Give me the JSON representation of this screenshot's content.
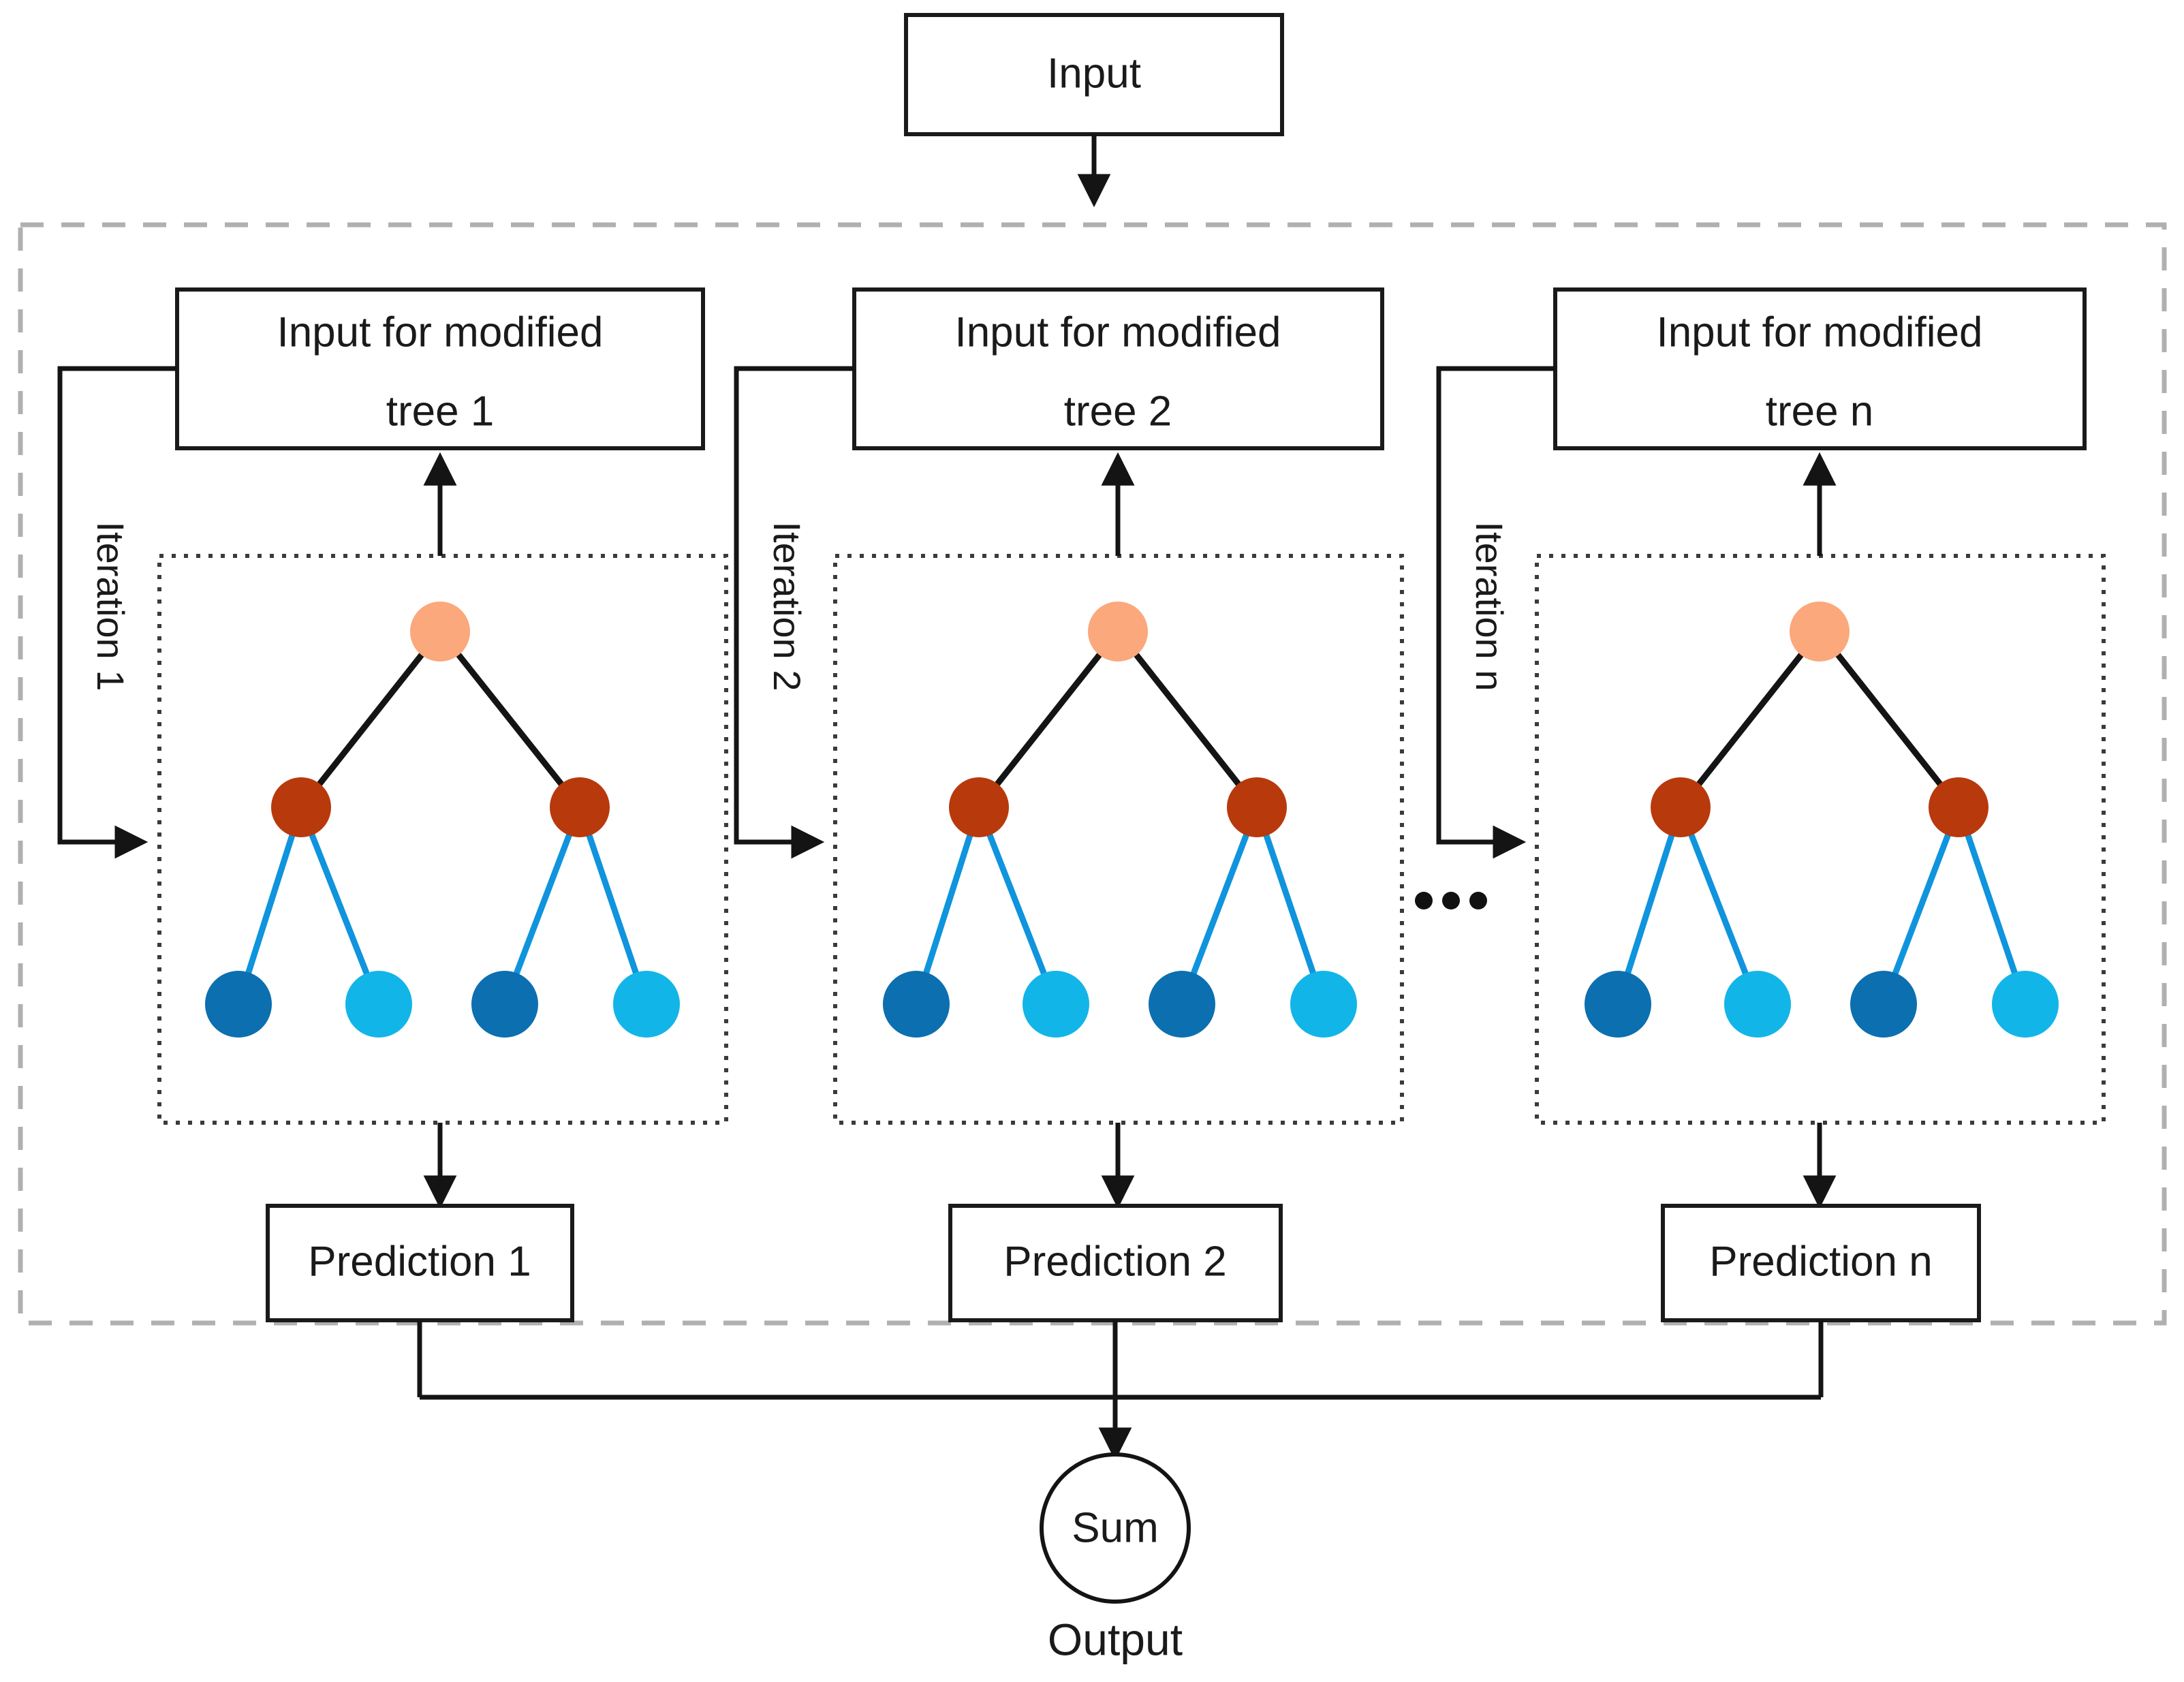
{
  "diagram": {
    "title_input": "Input",
    "output_label": "Output",
    "sum_label": "Sum",
    "ellipsis": "• • •",
    "colors": {
      "root_node": "#FAA87C",
      "internal_node": "#B8390C",
      "leaf_dark": "#0C6FB0",
      "leaf_light": "#12B5E8",
      "edge_dark": "#141414",
      "edge_blue": "#0F94DD",
      "box_stroke": "#1A1A1A",
      "outer_dashed": "#B0B0B0",
      "group_dotted": "#3B3B3B",
      "background": "#FFFFFF"
    },
    "stages": [
      {
        "id": "stage-1",
        "input_line1": "Input for modified",
        "input_line2": "tree 1",
        "iteration_label": "Iteration 1",
        "prediction_label": "Prediction 1"
      },
      {
        "id": "stage-2",
        "input_line1": "Input for modified",
        "input_line2": "tree 2",
        "iteration_label": "Iteration 2",
        "prediction_label": "Prediction 2"
      },
      {
        "id": "stage-n",
        "input_line1": "Input for modified",
        "input_line2": "tree n",
        "iteration_label": "Iteration n",
        "prediction_label": "Prediction n"
      }
    ],
    "tree_structure": {
      "levels": 3,
      "root_count": 1,
      "internal_count": 2,
      "leaf_count": 4,
      "leaf_order": [
        "dark",
        "light",
        "dark",
        "light"
      ]
    }
  }
}
